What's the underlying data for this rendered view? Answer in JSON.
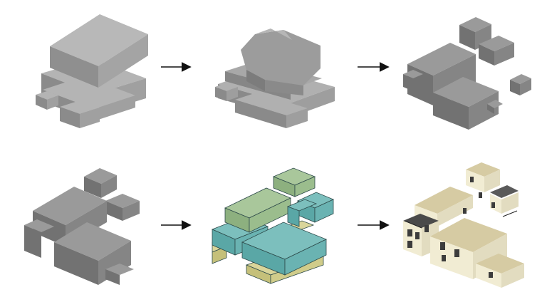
{
  "diagram": {
    "rows": [
      {
        "steps": [
          {
            "name": "stacked-gray-massing"
          },
          {
            "name": "rotated-gray-massing"
          },
          {
            "name": "split-gray-massing"
          }
        ]
      },
      {
        "steps": [
          {
            "name": "clustered-gray-massing"
          },
          {
            "name": "colored-program-massing"
          },
          {
            "name": "rendered-housing-model"
          }
        ]
      }
    ],
    "arrow_count": 4
  },
  "colors": {
    "gray_top": "#b4b4b4",
    "gray_left": "#8b8b8b",
    "gray_right": "#a0a0a0",
    "dark_top": "#9a9a9a",
    "dark_left": "#727272",
    "dark_right": "#858585",
    "teal_top": "#7cbfbd",
    "teal_side": "#5aa7a6",
    "green_top": "#a9c79b",
    "green_side": "#8db07f",
    "yellow_top": "#d9d59a",
    "yellow_side": "#c5c07a",
    "wall_cream": "#f1ecd3",
    "roof_beige": "#d6cba3",
    "window_dark": "#3c3c3c",
    "arrow": "#111111"
  }
}
